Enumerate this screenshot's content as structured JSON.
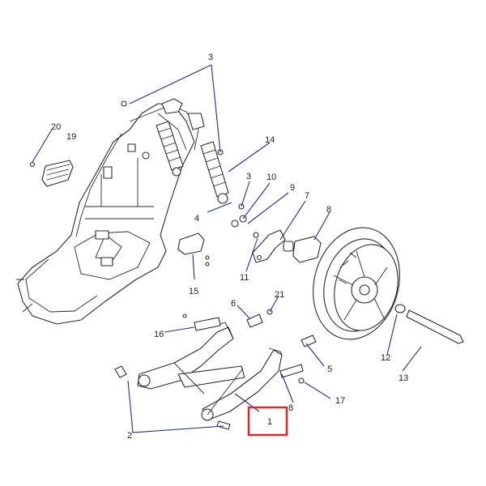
{
  "diagram": {
    "callouts": [
      {
        "id": "c1",
        "label": "1"
      },
      {
        "id": "c2",
        "label": "2"
      },
      {
        "id": "c3a",
        "label": "3"
      },
      {
        "id": "c3b",
        "label": "3"
      },
      {
        "id": "c4",
        "label": "4"
      },
      {
        "id": "c5",
        "label": "5"
      },
      {
        "id": "c6",
        "label": "6"
      },
      {
        "id": "c7",
        "label": "7"
      },
      {
        "id": "c8a",
        "label": "8"
      },
      {
        "id": "c8b",
        "label": "8"
      },
      {
        "id": "c9",
        "label": "9"
      },
      {
        "id": "c10",
        "label": "10"
      },
      {
        "id": "c11",
        "label": "11"
      },
      {
        "id": "c12",
        "label": "12"
      },
      {
        "id": "c13",
        "label": "13"
      },
      {
        "id": "c14",
        "label": "14"
      },
      {
        "id": "c15",
        "label": "15"
      },
      {
        "id": "c16",
        "label": "16"
      },
      {
        "id": "c17",
        "label": "17"
      },
      {
        "id": "c19",
        "label": "19"
      },
      {
        "id": "c20",
        "label": "20"
      },
      {
        "id": "c21",
        "label": "21"
      }
    ],
    "highlighted_callout": "1",
    "colors": {
      "leader": "#1d2f8f",
      "highlight": "#d42a2a",
      "line": "#2a2a2a"
    }
  }
}
